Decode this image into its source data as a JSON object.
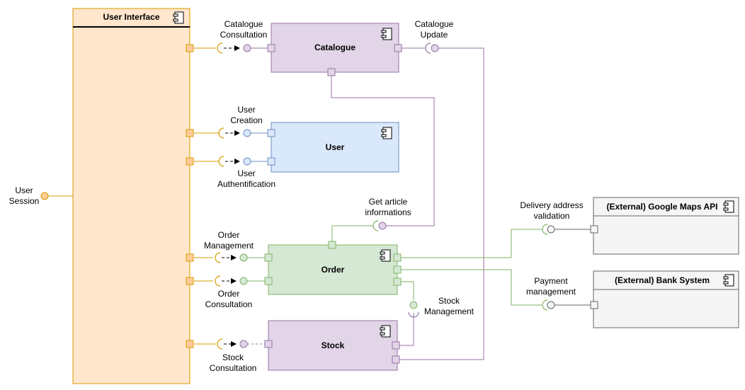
{
  "components": {
    "ui": "User Interface",
    "catalogue": "Catalogue",
    "user": "User",
    "order": "Order",
    "stock": "Stock",
    "maps": "(External) Google Maps API",
    "bank": "(External) Bank System"
  },
  "interfaces": {
    "session": [
      "User",
      "Session"
    ],
    "catalogue_consultation": [
      "Catalogue",
      "Consultation"
    ],
    "catalogue_update": [
      "Catalogue",
      "Update"
    ],
    "user_creation": [
      "User",
      "Creation"
    ],
    "user_auth": [
      "User",
      "Authentification"
    ],
    "get_article": [
      "Get article",
      "informations"
    ],
    "delivery": [
      "Delivery address",
      "validation"
    ],
    "payment": [
      "Payment",
      "management"
    ],
    "order_management": [
      "Order",
      "Management"
    ],
    "order_consultation": [
      "Order",
      "Consultation"
    ],
    "stock_management": [
      "Stock",
      "Management"
    ],
    "stock_consultation": [
      "Stock",
      "Consultation"
    ]
  },
  "colors": {
    "ui_fill": "#ffe6cc",
    "ui_stroke": "#d79b00",
    "catalogue_fill": "#e1d5e7",
    "catalogue_stroke": "#9673a6",
    "user_fill": "#dae8fc",
    "user_stroke": "#6c8ebf",
    "order_fill": "#d5e8d4",
    "order_stroke": "#82b366",
    "external_fill": "#f5f5f5",
    "external_stroke": "#666666"
  }
}
